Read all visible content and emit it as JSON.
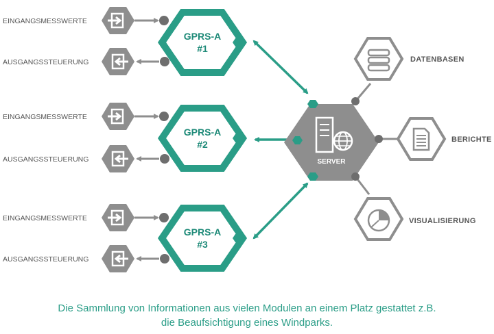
{
  "modules": [
    {
      "label_line1": "GPRS-A",
      "label_line2": "#1",
      "input_label": "EINGANGSMESSWERTE",
      "output_label": "AUSGANGSSTEUERUNG"
    },
    {
      "label_line1": "GPRS-A",
      "label_line2": "#2",
      "input_label": "EINGANGSMESSWERTE",
      "output_label": "AUSGANGSSTEUERUNG"
    },
    {
      "label_line1": "GPRS-A",
      "label_line2": "#3",
      "input_label": "EINGANGSMESSWERTE",
      "output_label": "AUSGANGSSTEUERUNG"
    }
  ],
  "server": {
    "label": "SERVER",
    "icon": "server-globe-icon"
  },
  "outputs": [
    {
      "label": "DATENBASEN",
      "icon": "database-icon"
    },
    {
      "label": "BERICHTE",
      "icon": "document-icon"
    },
    {
      "label": "VISUALISIERUNG",
      "icon": "pie-chart-icon"
    }
  ],
  "caption": {
    "line1": "Die Sammlung von Informationen aus vielen Modulen an einem Platz gestattet z.B.",
    "line2": "die Beaufsichtigung eines Windparks."
  },
  "colors": {
    "teal": "#2a9d87",
    "gray": "#8e8e8e",
    "light_gray": "#bdbdbd"
  }
}
